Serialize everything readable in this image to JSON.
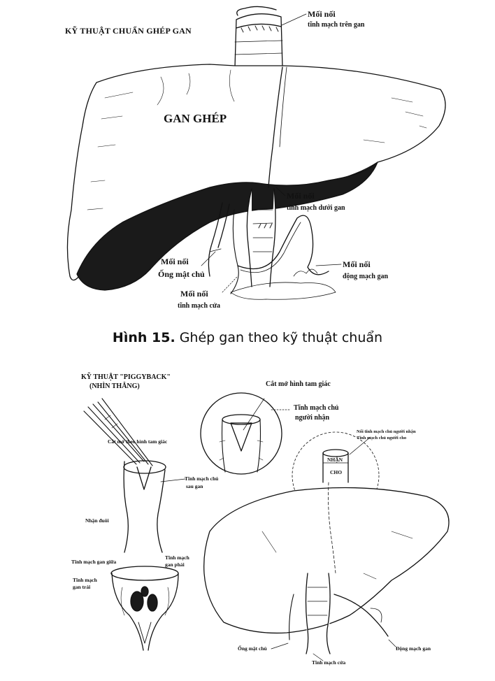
{
  "figure_top": {
    "title": "KỸ THUẬT CHUẨN GHÉP GAN",
    "organ_label": "GAN GHÉP",
    "labels": {
      "suprahepatic_1": "Mối nối",
      "suprahepatic_2": "tĩnh mạch trên gan",
      "infrahepatic_1": "Mối nối",
      "infrahepatic_2": "tĩnh mạch dưới gan",
      "bile_1": "Mối nối",
      "bile_2": "Ống mật chủ",
      "artery_1": "Mối nối",
      "artery_2": "động mạch gan",
      "portal_1": "Mối nối",
      "portal_2": "tĩnh mạch cửa"
    }
  },
  "caption": {
    "prefix": "Hình 15.",
    "text": " Ghép gan theo kỹ thuật chuẩn"
  },
  "figure_bottom": {
    "title_1": "KỸ THUẬT \"PIGGYBACK\"",
    "title_2": "(NHÌN THẲNG)",
    "labels": {
      "triangle_cut_circle": "Cắt mở hình tam giác",
      "recipient_vc_1": "Tĩnh mạch chủ",
      "recipient_vc_2": "người nhận",
      "triangle_cut_left": "Cắt mở theo hình tam giác",
      "retro_vc_1": "Tĩnh mạch chủ",
      "retro_vc_2": "sau gan",
      "lower_stump": "Nhận đuôi",
      "junction_1": "Nối tĩnh mạch chủ người nhận",
      "junction_2": "Tĩnh mạch chủ người cho",
      "recipient_tag": "NHẬN",
      "donor_tag": "CHO",
      "middle_hv": "Tĩnh mạch gan giữa",
      "right_hv_1": "Tĩnh mạch",
      "right_hv_2": "gan phải",
      "left_hv_1": "Tĩnh mạch",
      "left_hv_2": "gan trái",
      "common_bile": "Ống mật chủ",
      "portal_vein": "Tĩnh mạch cửa",
      "hepatic_artery": "Động mạch gan"
    }
  },
  "colors": {
    "ink": "#111111",
    "paper": "#ffffff",
    "shade": "#1a1a1a"
  }
}
